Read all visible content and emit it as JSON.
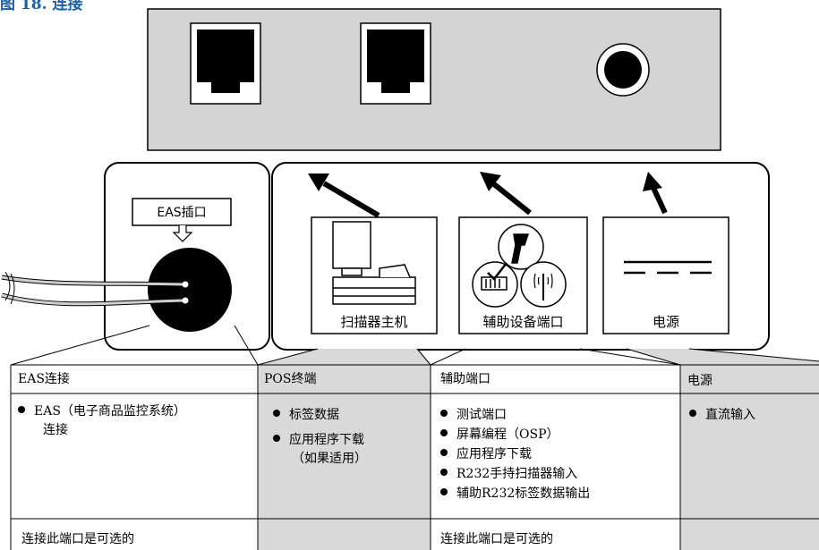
{
  "title": "图 18. 连接",
  "eas_label": "EAS插口",
  "ports": [
    {
      "caption": "扫描器主机"
    },
    {
      "caption": "辅助设备端口"
    },
    {
      "caption": "电源"
    }
  ],
  "table": {
    "headers": [
      "EAS连接",
      "POS终端",
      "辅助端口",
      "电源"
    ],
    "bullets": [
      [
        "EAS（电子商品监控系统）",
        "连接"
      ],
      [
        "标签数据",
        "应用程序下载",
        "（如果适用）"
      ],
      [
        "测试端口",
        "屏幕编程（OSP）",
        "应用程序下载",
        "R232手持扫描器输入",
        "辅助R232标签数据输出"
      ],
      [
        "直流输入"
      ]
    ],
    "footer": [
      "连接此端口是可选的",
      "",
      "连接此端口是可选的",
      ""
    ]
  }
}
